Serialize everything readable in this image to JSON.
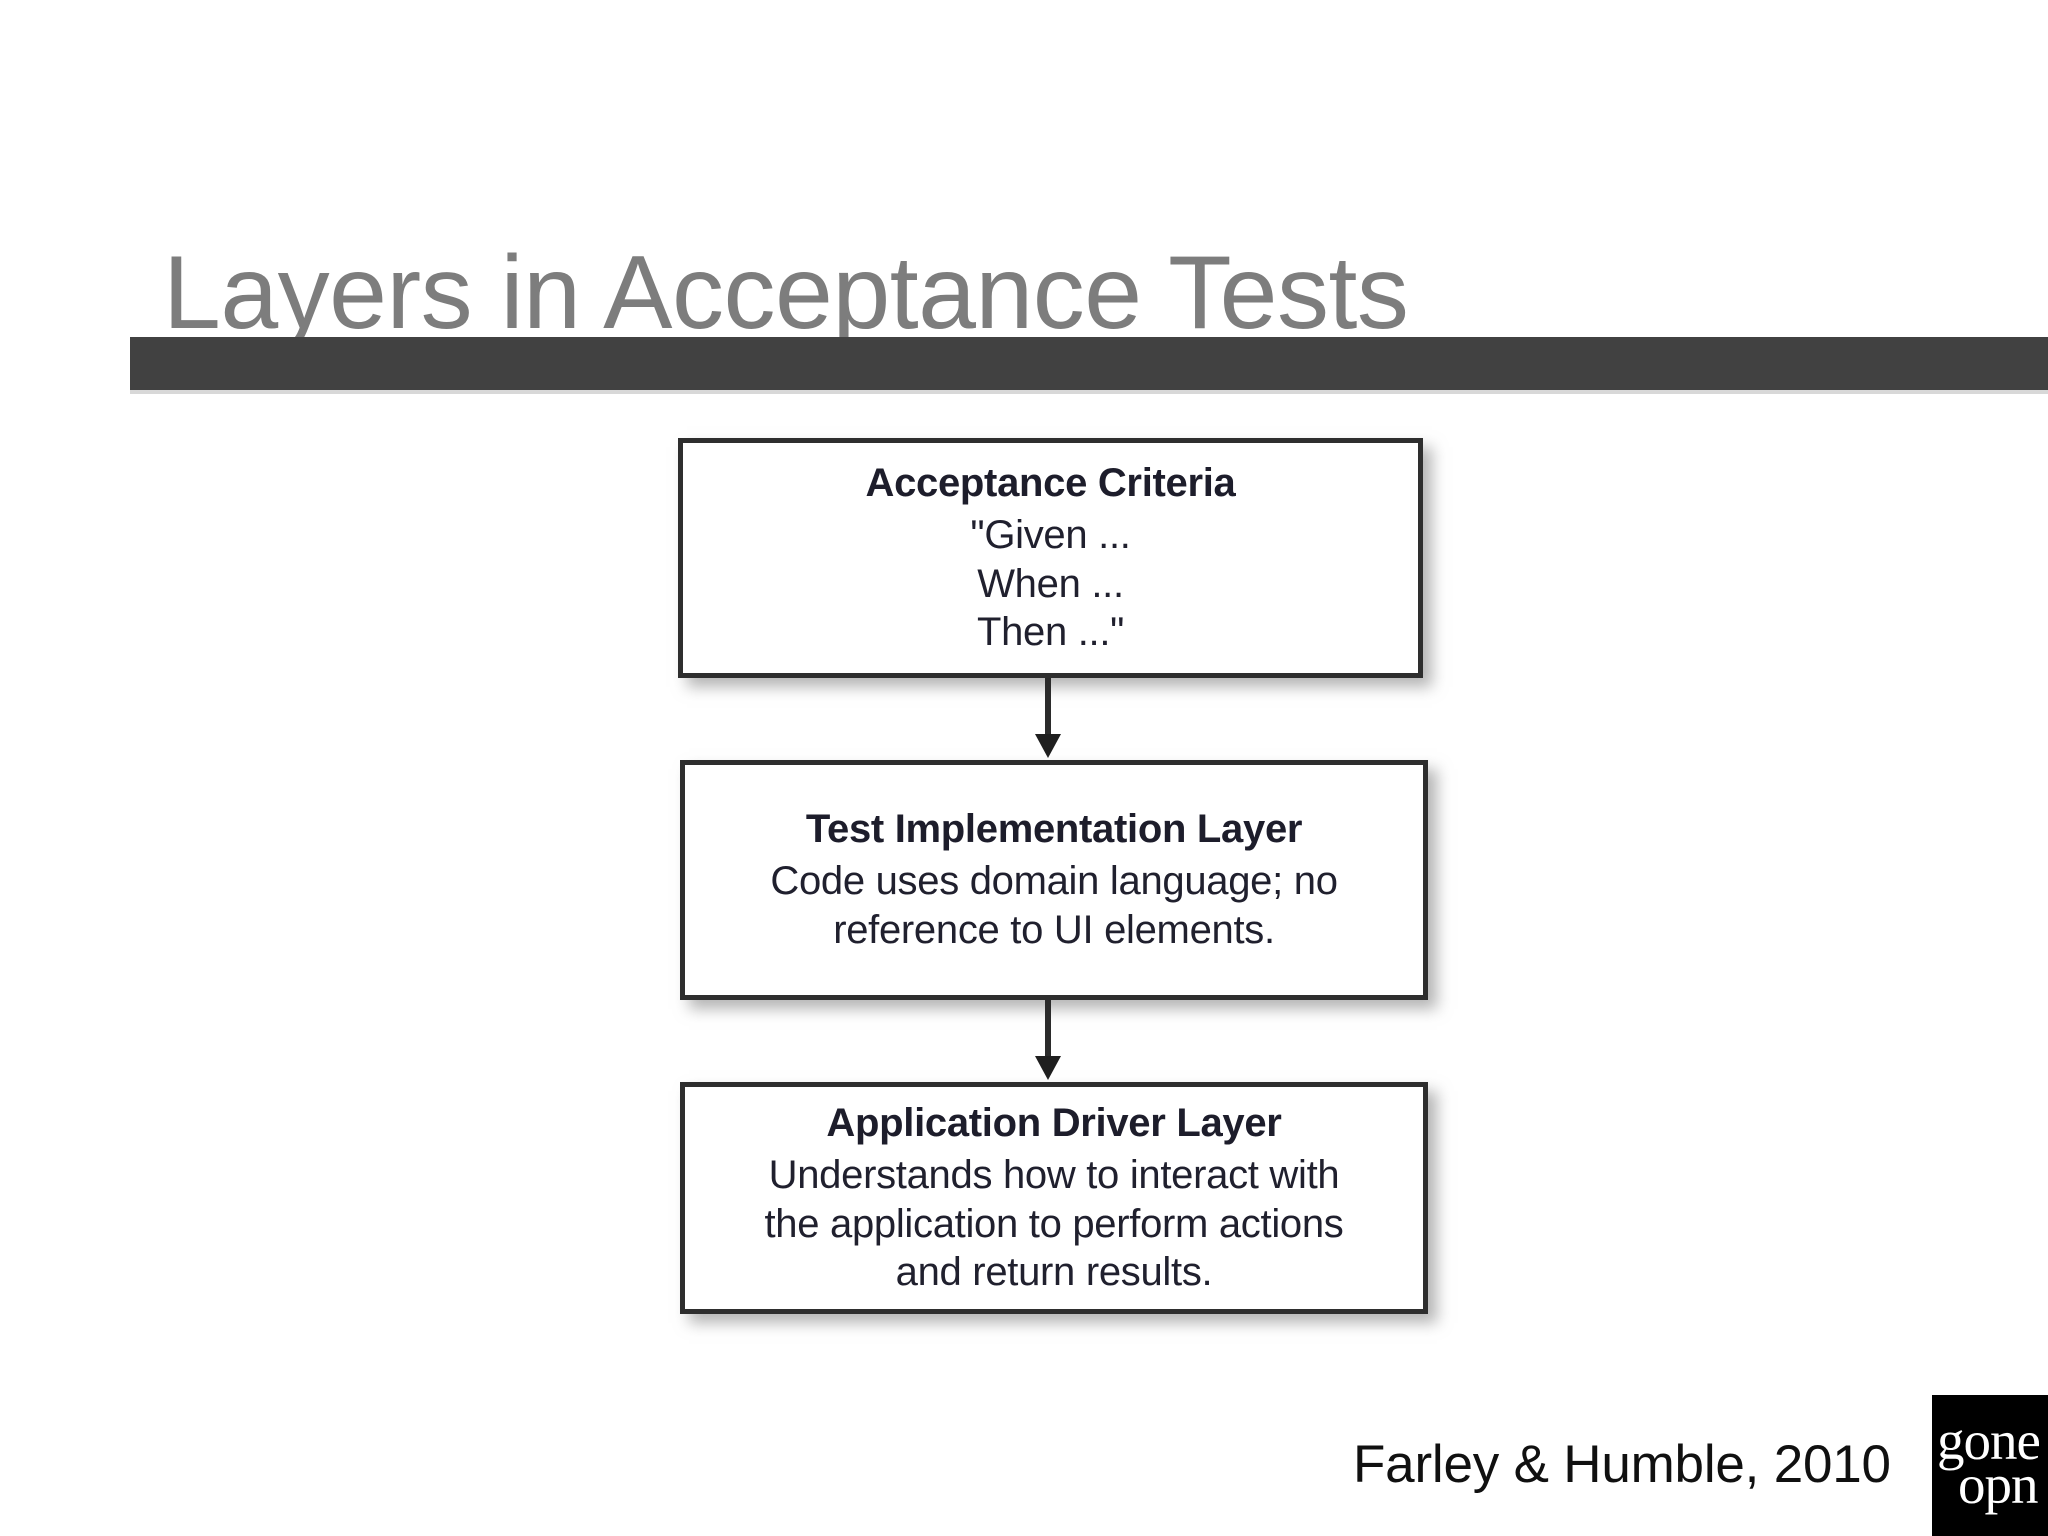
{
  "slide": {
    "title": "Layers in Acceptance Tests",
    "title_color": "#7d7d7d",
    "rule_color": "#414141",
    "background_color": "#ffffff"
  },
  "diagram": {
    "type": "flowchart",
    "orientation": "vertical-top-down",
    "boxes": [
      {
        "id": "acceptance-criteria",
        "title": "Acceptance Criteria",
        "lines": [
          "\"Given ...",
          "When ...",
          "Then ...\""
        ]
      },
      {
        "id": "test-implementation-layer",
        "title": "Test Implementation Layer",
        "lines": [
          "Code uses domain language; no",
          "reference to UI elements."
        ]
      },
      {
        "id": "application-driver-layer",
        "title": "Application Driver Layer",
        "lines": [
          "Understands how to interact with",
          "the application to perform actions",
          "and return results."
        ]
      }
    ],
    "connectors": [
      {
        "id": "connector-1",
        "from": "acceptance-criteria",
        "to": "test-implementation-layer",
        "icon": "arrow-down-icon"
      },
      {
        "id": "connector-2",
        "from": "test-implementation-layer",
        "to": "application-driver-layer",
        "icon": "arrow-down-icon"
      }
    ]
  },
  "footer": {
    "attribution": "Farley & Humble, 2010",
    "logo": {
      "line1": "gone",
      "line2": "opn",
      "background_color": "#000000",
      "text_color": "#ffffff"
    }
  }
}
